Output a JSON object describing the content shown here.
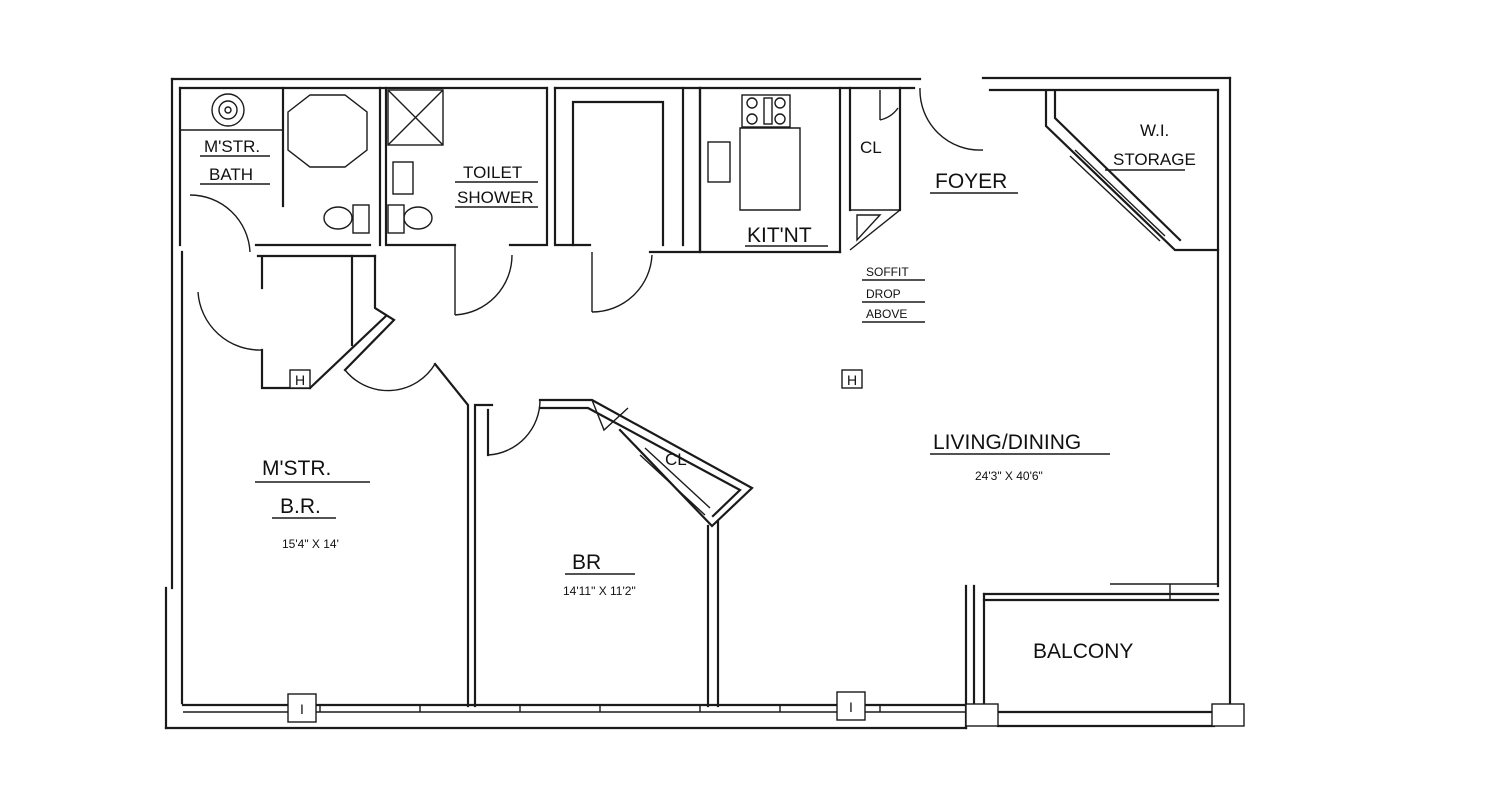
{
  "rooms": {
    "master_bath": {
      "line1": "M'STR.",
      "line2": "BATH"
    },
    "toilet_shower": {
      "line1": "TOILET",
      "line2": "SHOWER"
    },
    "kitchenette": {
      "label": "KIT'NT"
    },
    "closet_kitchen": {
      "label": "CL"
    },
    "foyer": {
      "label": "FOYER"
    },
    "wi_storage": {
      "line1": "W.I.",
      "line2": "STORAGE"
    },
    "soffit_note": {
      "line1": "SOFFIT",
      "line2": "DROP",
      "line3": "ABOVE"
    },
    "living_dining": {
      "label": "LIVING/DINING",
      "dimensions": "24'3\" X 40'6\""
    },
    "master_br": {
      "line1": "M'STR.",
      "line2": "B.R.",
      "dimensions": "15'4\" X 14'"
    },
    "br": {
      "label": "BR",
      "dimensions": "14'11\" X 11'2\""
    },
    "closet_br": {
      "label": "CL"
    },
    "balcony": {
      "label": "BALCONY"
    }
  },
  "symbols": {
    "hvac": "H",
    "column": "I"
  }
}
